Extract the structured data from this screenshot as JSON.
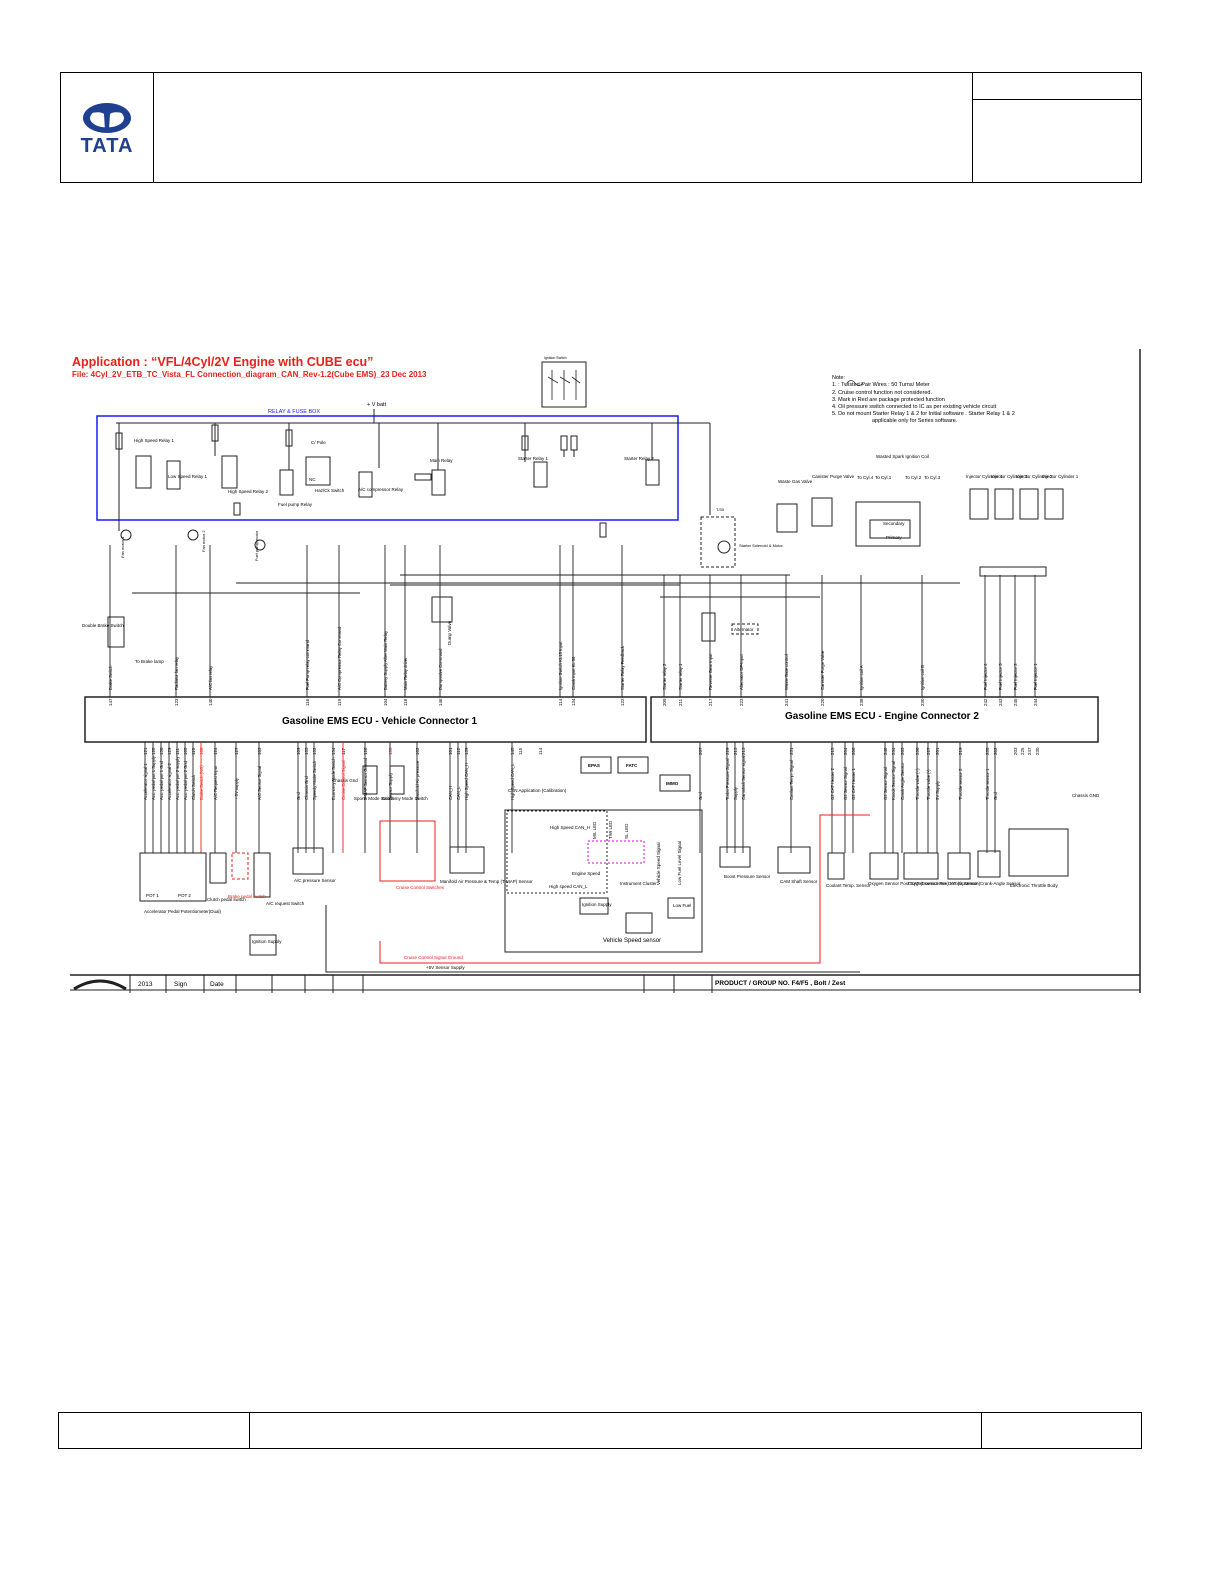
{
  "header": {
    "logo_text": "TATA"
  },
  "diagram": {
    "title": "Application : “VFL/4Cyl/2V Engine with CUBE ecu”",
    "file": "File: 4Cyl_2V_ETB_TC_Vista_FL Connection_diagram_CAN_Rev-1.2(Cube EMS)_23 Dec 2013",
    "ignition_switch": "Ignition Switch",
    "vbatt": "+ V batt",
    "relay_box": "RELAY & FUSE BOX",
    "note_title": "Note:",
    "notes": [
      "1.        : Twisted Pair Wires : 50 Turns/ Meter",
      "2. Cruise control function not considered.",
      "3. Mark in Red are package protected function",
      "4. Oil pressure switch connected to IC as per existing vehicle circuit",
      "5. Do not mount Starter Relay 1 & 2 for Initial software . Starter Relay 1 & 2",
      "applicable only for Series software."
    ],
    "relays": {
      "hs1": "High Speed Relay 1",
      "ls1": "Low Speed Relay 1",
      "hs2": "High Speed Relay 2",
      "fuelpump": "Fuel pump Relay",
      "oilpole": "C/ Pole",
      "nc": "NC",
      "hazard": "Haz/Ck Switch",
      "ac": "A/C compressor Relay",
      "main": "Main Relay",
      "starter1": "Starter Relay 1",
      "starter2": "Starter Relay 2",
      "fan1": "Fan motor 1",
      "fan2": "Fan motor 2",
      "fuelpumpmotor": "Fuel pump motor",
      "starter_motor": "Starter Solenoid & Motor",
      "t30": "T/30"
    },
    "actuators": {
      "waste": "Waste Gas Valve",
      "canister": "Canister Purge Valve",
      "coil": "Wasted Spark Ignition Coil",
      "cyl4": "To Cyl.4",
      "cyl1": "To Cyl.1",
      "cyl2": "To Cyl.2",
      "cyl3": "To Cyl.3",
      "secondary": "Secondary",
      "primary": "Primary",
      "inj4": "Injector Cylinder 4",
      "inj3": "Injector Cylinder 3",
      "inj2": "Injector Cylinder 2",
      "inj1": "Injector Cylinder 1",
      "dump": "Dump Valve",
      "alternator": "Alternator",
      "brake": "Double Brake Switch",
      "brake_lamp": "To Brake lamp"
    },
    "ecu1": "Gasoline EMS ECU - Vehicle Connector 1",
    "ecu2": "Gasoline EMS ECU - Engine Connector 2",
    "ecu1_top_pins": [
      "147",
      "123",
      "140",
      "116",
      "119",
      "104",
      "118",
      "146",
      "114",
      "134",
      "122"
    ],
    "ecu2_top_pins": [
      "209",
      "211",
      "217",
      "223",
      "241",
      "220",
      "238",
      "230",
      "242",
      "243",
      "245",
      "244"
    ],
    "ecu1_top_signals": [
      "Brake Switch",
      "Radiator fan relay",
      "A/C fan relay",
      "Fuel Pump relay command",
      "A/C Compressor Relay Command",
      "Battery Supply After Main Relay",
      "Main Relay driver",
      "Dumpvalve Command",
      "Ignition Switch KL15 Input",
      "Crank input KL 50",
      "Starter Relay Feedback"
    ],
    "ecu2_top_signals": [
      "Starter relay 2",
      "Starter relay 1",
      "Reverse Gear Input",
      "Alternator DF-Input",
      "Waste Gate control",
      "Canister Purge Valve",
      "Ignition coil A",
      "Ignition coil B",
      "Fuel Injector 4",
      "Fuel Injector 3",
      "Fuel Injector 2",
      "Fuel Injector 1"
    ],
    "ecu1_bottom_pins": [
      "121",
      "128",
      "136",
      "129",
      "111",
      "105",
      "110",
      "108",
      "124",
      "127",
      "103",
      "109",
      "153",
      "152",
      "154",
      "117",
      "126",
      "130",
      "102",
      "101",
      "112",
      "139",
      "145",
      "115",
      "114"
    ],
    "ecu2_bottom_pins": [
      "207",
      "229",
      "213",
      "213",
      "231",
      "215",
      "204",
      "206",
      "246",
      "234",
      "203",
      "236",
      "227",
      "201",
      "219",
      "235",
      "202",
      "203",
      "225",
      "247",
      "230"
    ],
    "ecu1_bottom_signals": [
      "Accelerator signal 1",
      "Acc. pedal pot 1 Supply",
      "Acc. pedal pot 1 Gnd",
      "Accelerator signal 2",
      "Acc. pedal pot 2 supply",
      "Acc. pedal pot 2 Gnd",
      "Clutch Switch",
      "Brake Switch (NO)",
      "A/C Request Input",
      "+ 5V supply",
      "A/C Sensor Signal",
      "Gnd",
      "Chassis Gnd",
      "Speedy Mode Switch",
      "Economy Mode Switch",
      "Cruise Control Signal",
      "T-MAP Sensor Ground",
      "Sensor Supply",
      "Manifold Air pressure",
      "CAN_H",
      "CAN_L",
      "High Speed CAN_H",
      "High Speed CAN_L"
    ],
    "ecu2_bottom_signals": [
      "Gnd",
      "Turbo Pressure Signal",
      "Supply",
      "Camshaft Sensor signal",
      "Coolant Temp. Signal",
      "O2 CAT Heater 2",
      "O2 Sensor Signal",
      "O2 CAT Heater 1",
      "O2 Sensor Signal",
      "Knock Sensor Signal",
      "Crank Angle Sensor",
      "Throttle valve (+)",
      "Throttle valve (-)",
      "5V Supply",
      "Throttle sensor 2",
      "Throttle sensor 1",
      "Gnd"
    ],
    "bottom_components": {
      "accel": "Accelerator Pedal Potentiometer(Dual)",
      "pot1": "POT 1",
      "pot2": "POT 2",
      "clutch": "Clutch pedal switch",
      "brake_sw": "Brake pedal switch",
      "ac_request": "A/C request Switch",
      "ignition_supply": "Ignition Supply",
      "ac_pressure": "A/C pressure Sensor",
      "chassis_gnd": "Chassis Gnd",
      "sport_mode": "Sports Mode Switch",
      "eco_mode": "Economy Mode Switch",
      "cruise": "Cruise Control Switches",
      "tmap": "Manifold Air Pressure & Temp (T-MAP) Sensor",
      "can_app": "CAN Application (Calibration)",
      "epas": "EPAS",
      "fatc": "FATC",
      "immo": "IMMO",
      "hs_can_h": "High Speed CAN_H",
      "hs_can_l": "High speed CAN_L",
      "mil": "MIL LED",
      "tw": "T/W LED",
      "sl": "SL LED",
      "rpm": "Engine Speed",
      "cluster": "Instrument Cluster",
      "vss": "Vehicle Speed Signal",
      "lowfuel_sig": "Low Fuel Level Signal",
      "lowfuel": "Low Fuel",
      "ign2": "Ignition Supply",
      "vss_sensor": "Vehicle Speed  sensor",
      "boost": "Boost Pressure Sensor",
      "cam": "CAM Shaft Sensor",
      "coolant": "Coolant Temp. Sensor",
      "o2post": "Oxygen Sensor Post CAT (Downstream)",
      "o2pre": "Oxygen sensor Pre CAT (Upstream)",
      "knock": "Knock Sensor",
      "crank": "Crank-Angle Sensor",
      "etb": "Electronic Throttle Body",
      "chassis_gnd2": "Chassis GND",
      "cruise_ground": "Cruise Control Signal Ground",
      "sensor_supply": "+5V Sensor Supply"
    },
    "titleblock": {
      "year": "2013",
      "sign": "Sign",
      "date": "Date",
      "product": "PRODUCT / GROUP NO. F4/F5 , Bolt / Zest"
    }
  },
  "colors": {
    "logo_blue": "#1f3f8f",
    "relay_box": "#1a1aff",
    "title_red": "#e8201c",
    "package_red": "#e8201c",
    "magenta": "#e000e0",
    "wire": "#222222"
  }
}
